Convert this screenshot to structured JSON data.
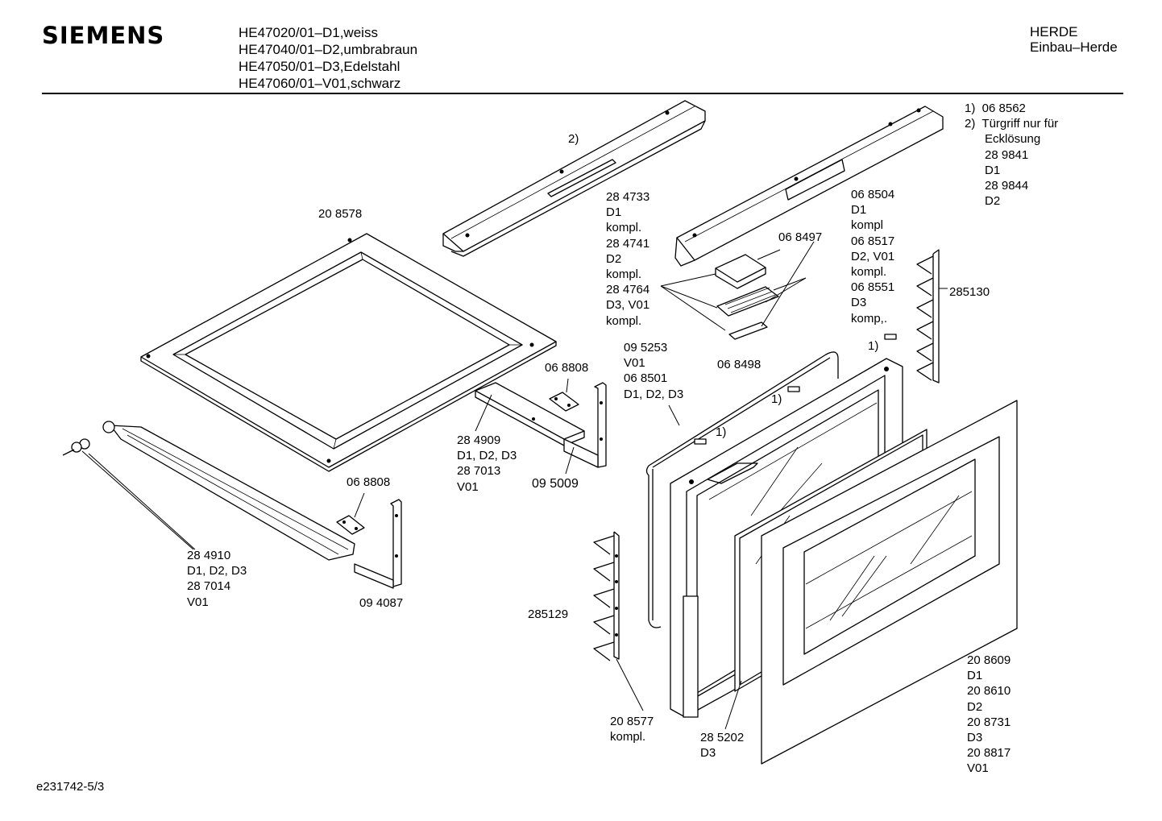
{
  "header": {
    "brand": "SIEMENS",
    "models": [
      "HE47020/01–D1,weiss",
      "HE47040/01–D2,umbrabraun",
      "HE47050/01–D3,Edelstahl",
      "HE47060/01–V01,schwarz"
    ],
    "category": "HERDE",
    "subcategory": "Einbau–Herde"
  },
  "notes": "1)  06 8562\n2)  Türgriff nur für\n      Ecklösung\n      28 9841\n      D1\n      28 9844\n      D2",
  "labels": {
    "l_2": "2)",
    "l_208578": "20 8578",
    "l_284733": "28 4733\nD1\nkompl.\n28 4741\nD2\nkompl.\n28 4764\nD3, V01\nkompl.",
    "l_068504": "06 8504\nD1\nkompl\n06 8517\nD2, V01\nkompl.\n06 8551\nD3\nkomp,.",
    "l_068497": "06 8497",
    "l_285130": "285130",
    "l_068498": "06 8498",
    "l_1a": "1)",
    "l_1b": "1)",
    "l_1c": "1)",
    "l_095253": "09 5253\nV01\n06 8501\nD1, D2, D3",
    "l_068808a": "06 8808",
    "l_284909": "28 4909\nD1, D2, D3\n28 7013\nV01",
    "l_095009": "09 5009",
    "l_068808b": "06 8808",
    "l_284910": "28 4910\nD1, D2, D3\n28 7014\nV01",
    "l_094087": "09 4087",
    "l_285129": "285129",
    "l_208577": "20 8577\nkompl.",
    "l_285202": "28 5202\nD3",
    "l_208609": "20 8609\nD1\n20 8610\nD2\n20 8731\nD3\n20 8817\nV01"
  },
  "footer": "e231742-5/3"
}
